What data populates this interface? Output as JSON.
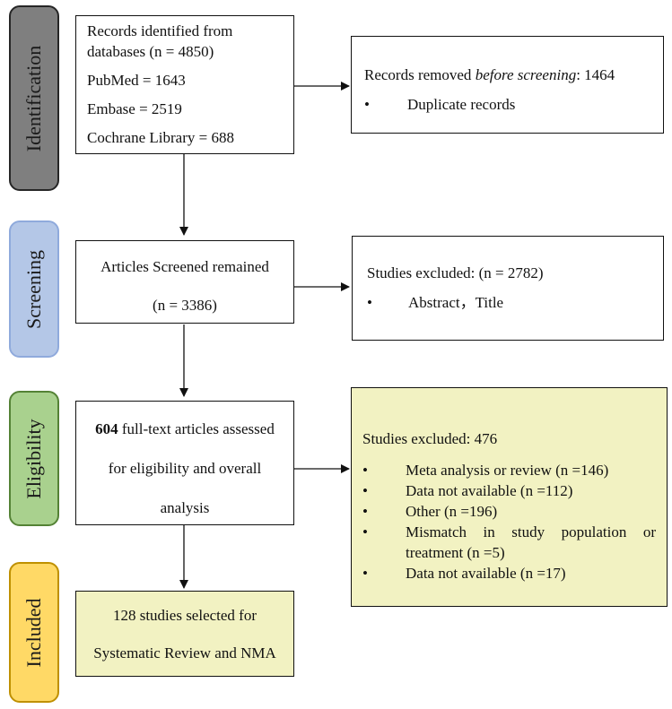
{
  "stages": [
    {
      "label": "Identification",
      "fill": "#7f7f7f",
      "border": "#262626"
    },
    {
      "label": "Screening",
      "fill": "#b4c7e7",
      "border": "#8faadc"
    },
    {
      "label": "Eligibility",
      "fill": "#a9d18e",
      "border": "#548235"
    },
    {
      "label": "Included",
      "fill": "#ffd966",
      "border": "#bf9000"
    }
  ],
  "identification": {
    "records_line1": "Records identified from",
    "records_line2": "databases (n = 4850)",
    "pubmed": "PubMed = 1643",
    "embase": "Embase = 2519",
    "cochrane": "Cochrane Library = 688",
    "removed_prefix": "Records removed ",
    "removed_italic": "before screening",
    "removed_suffix": ": 1464",
    "removed_bullet": "Duplicate records"
  },
  "screening": {
    "line1": "Articles Screened remained",
    "line2": "(n = 3386)",
    "excluded_title": "Studies excluded: (n = 2782)",
    "excluded_bullet": "Abstract，Title"
  },
  "eligibility": {
    "count": "604",
    "line1_rest": " full-text articles assessed",
    "line2": "for eligibility and overall",
    "line3": "analysis",
    "excluded_title": "Studies excluded: 476",
    "excluded_bullets": [
      "Meta analysis or review (n =146)",
      "Data not available (n =112)",
      "Other (n =196)",
      "Mismatch in study population or treatment (n =5)",
      "Data not available (n =17)"
    ],
    "excluded_fill": "#f2f2c2"
  },
  "included": {
    "line1": "128 studies selected for",
    "line2": "Systematic Review and NMA",
    "fill": "#f2f2c2"
  },
  "bullet_char": "•"
}
